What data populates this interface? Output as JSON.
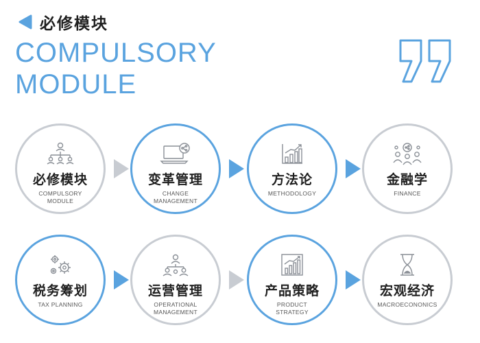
{
  "header": {
    "title": "必修模块",
    "big_title_line1": "COMPULSORY",
    "big_title_line2": "MODULE"
  },
  "colors": {
    "accent": "#5aa3df",
    "gray": "#c8ccd2",
    "text": "#1f1f1f"
  },
  "nodes": [
    {
      "zh": "必修模块",
      "en1": "COMPULSORY",
      "en2": "MODULE",
      "icon": "org-chart-icon"
    },
    {
      "zh": "变革管理",
      "en1": "CHANGE",
      "en2": "MANAGEMENT",
      "icon": "laptop-share-icon"
    },
    {
      "zh": "方法论",
      "en1": "METHODOLOGY",
      "en2": "",
      "icon": "bar-chart-icon"
    },
    {
      "zh": "金融学",
      "en1": "FINANCE",
      "en2": "",
      "icon": "people-network-icon"
    },
    {
      "zh": "税务筹划",
      "en1": "TAX PLANNING",
      "en2": "",
      "icon": "gears-icon"
    },
    {
      "zh": "运营管理",
      "en1": "OPERATIONAL",
      "en2": "MANAGEMENT",
      "icon": "team-icon"
    },
    {
      "zh": "产品策略",
      "en1": "PRODUCT",
      "en2": "STRATEGY",
      "icon": "growth-chart-icon"
    },
    {
      "zh": "宏观经济",
      "en1": "MACROECONONICS",
      "en2": "",
      "icon": "hourglass-icon"
    }
  ]
}
